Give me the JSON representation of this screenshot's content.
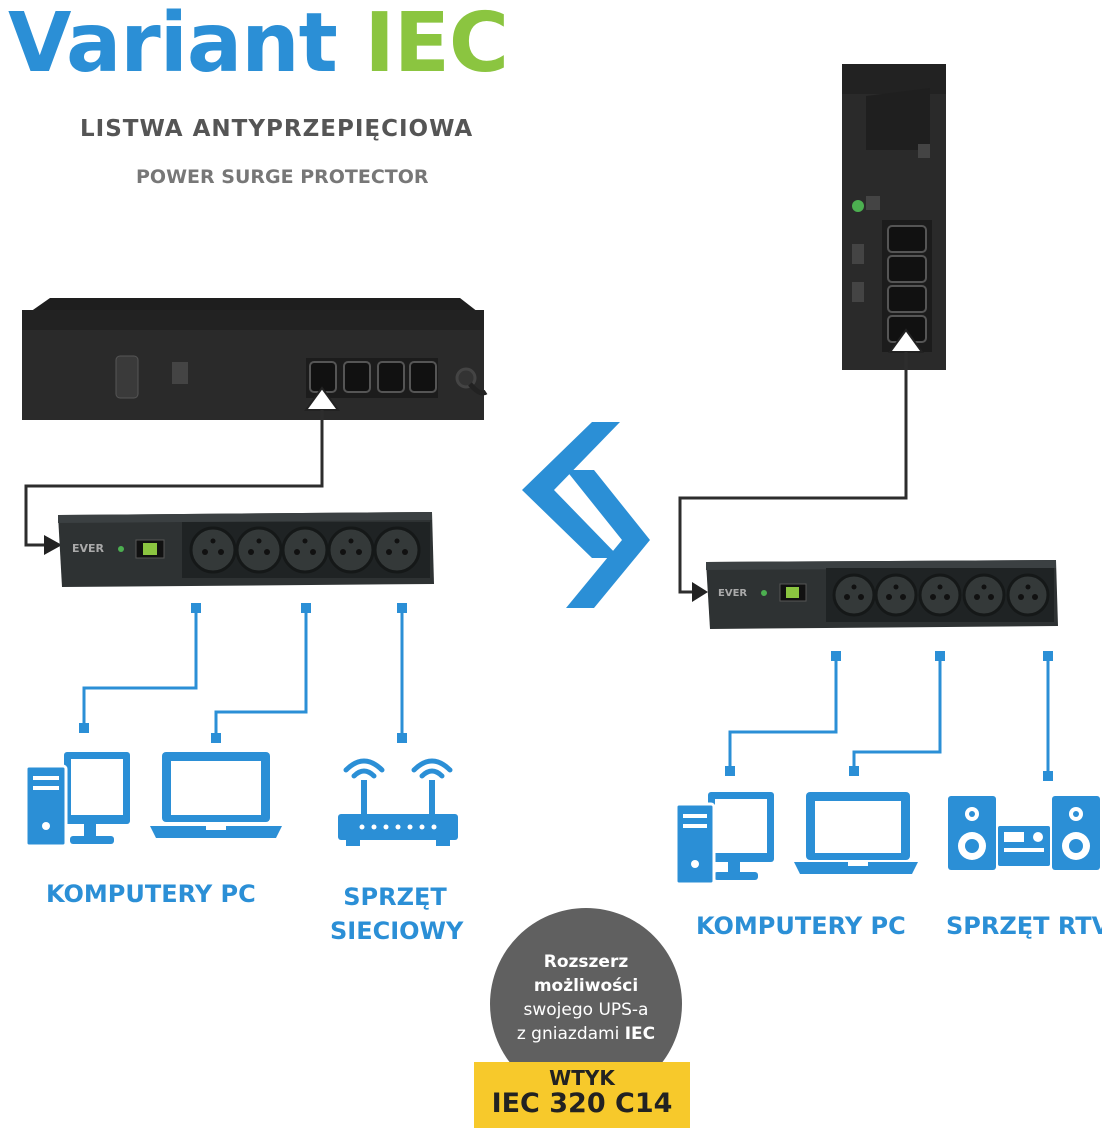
{
  "title": {
    "part1": "Variant",
    "part2": "IEC"
  },
  "subtitle_pl": "LISTWA ANTYPRZEPIĘCIOWA",
  "subtitle_en": "POWER SURGE PROTECTOR",
  "brand_label": "EVER",
  "left_labels": {
    "computers": "KOMPUTERY PC",
    "network_line1": "SPRZĘT",
    "network_line2": "SIECIOWY"
  },
  "right_labels": {
    "computers": "KOMPUTERY PC",
    "rtv": "SPRZĘT RTV"
  },
  "badge": {
    "line1": "Rozszerz",
    "line2": "możliwości",
    "line3": "swojego UPS-a",
    "line4_prefix": "z gniazdami ",
    "line4_bold": "IEC"
  },
  "plug": {
    "label": "WTYK",
    "model": "IEC 320 C14"
  },
  "colors": {
    "blue": "#2b8fd6",
    "green": "#8bc540",
    "device": "#2a2a2a",
    "badge": "#606060",
    "plug": "#f7c92b"
  },
  "icons": [
    "desktop-pc-icon",
    "laptop-icon",
    "router-icon",
    "stereo-icon",
    "swap-arrows-icon"
  ]
}
